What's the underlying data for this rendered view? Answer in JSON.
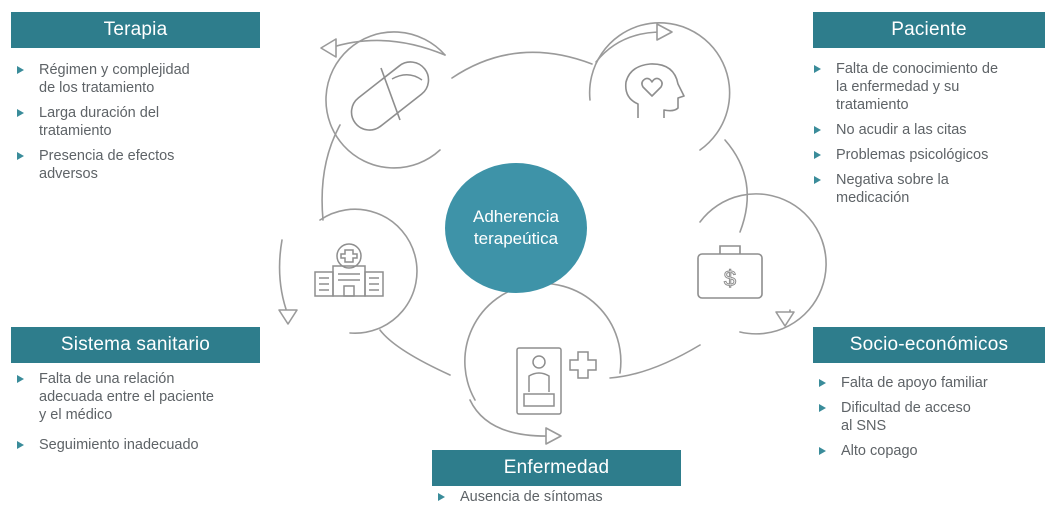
{
  "center": {
    "line1": "Adherencia",
    "line2": "terapeútica"
  },
  "sections": {
    "terapia": {
      "title": "Terapia",
      "items": [
        [
          "Régimen y complejidad",
          "de los tratamiento"
        ],
        [
          "Larga duración del",
          "tratamiento"
        ],
        [
          "Presencia de efectos",
          "adversos"
        ]
      ]
    },
    "paciente": {
      "title": "Paciente",
      "items": [
        [
          "Falta de conocimiento de",
          "la enfermedad y su",
          "tratamiento"
        ],
        [
          "No acudir a las citas"
        ],
        [
          "Problemas psicológicos"
        ],
        [
          "Negativa sobre la",
          "medicación"
        ]
      ]
    },
    "sistema": {
      "title": "Sistema sanitario",
      "items": [
        [
          "Falta de una relación",
          "adecuada entre el paciente",
          "y el médico"
        ],
        [
          "Seguimiento inadecuado"
        ]
      ]
    },
    "socio": {
      "title": "Socio-económicos",
      "items": [
        [
          "Falta de apoyo familiar"
        ],
        [
          "Dificultad de acceso",
          "al SNS"
        ],
        [
          "Alto copago"
        ]
      ]
    },
    "enfermedad": {
      "title": "Enfermedad",
      "items": [
        [
          "Ausencia de síntomas"
        ]
      ]
    }
  },
  "icons": [
    "pill-icon",
    "head-heart-icon",
    "hospital-icon",
    "briefcase-dollar-icon",
    "medical-monitor-icon"
  ],
  "colors": {
    "header_bg": "#2e7d8c",
    "center_bg": "#3e93a8",
    "bullet": "#3a8c9a",
    "line": "#9a9a9a",
    "icon_stroke": "#8e8e8e"
  }
}
